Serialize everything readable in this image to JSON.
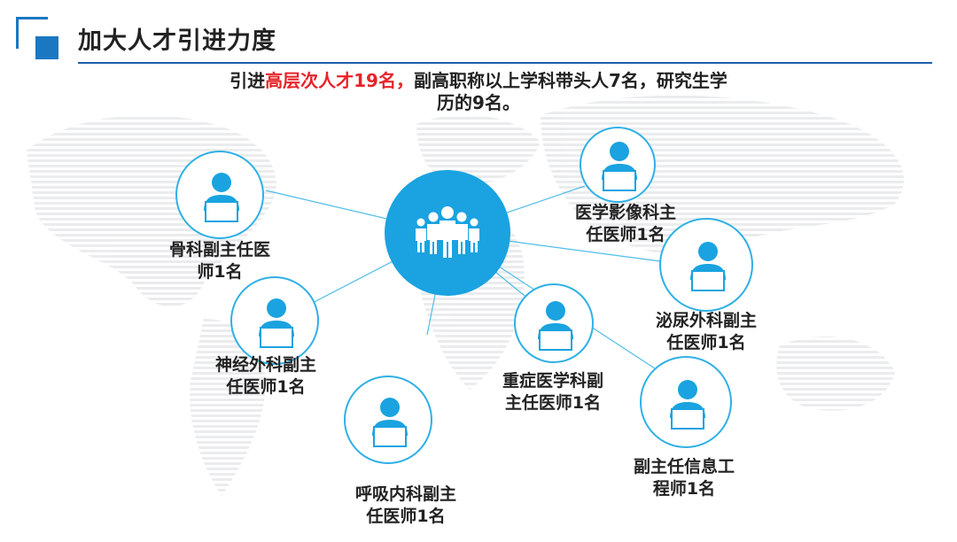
{
  "header": {
    "title": "加大人才引进力度"
  },
  "headline": {
    "prefix": "引进",
    "highlight": "高层次人才19名，",
    "suffix_line1": "副高职称以上学科带头人7名，研究生学",
    "line2": "历的9名。"
  },
  "hub": {
    "icon": "people-group-icon"
  },
  "nodes": [
    {
      "icon": "doctor-laptop-icon",
      "line1": "骨科副主任医",
      "line2": "师1名"
    },
    {
      "icon": "doctor-laptop-icon",
      "line1": "神经外科副主",
      "line2": "任医师1名"
    },
    {
      "icon": "doctor-laptop-icon",
      "line1": "呼吸内科副主",
      "line2": "任医师1名"
    },
    {
      "icon": "doctor-laptop-icon",
      "line1": "重症医学科副",
      "line2": "主任医师1名"
    },
    {
      "icon": "doctor-laptop-icon",
      "line1": "医学影像科主",
      "line2": "任医师1名"
    },
    {
      "icon": "doctor-laptop-icon",
      "line1": "泌尿外科副主",
      "line2": "任医师1名"
    },
    {
      "icon": "doctor-laptop-icon",
      "line1": "副主任信息工",
      "line2": "程师1名"
    }
  ],
  "colors": {
    "accent": "#1a78c2",
    "hub": "#1aa3e0",
    "node_border": "#2fb0e6",
    "highlight": "#e8232a"
  }
}
